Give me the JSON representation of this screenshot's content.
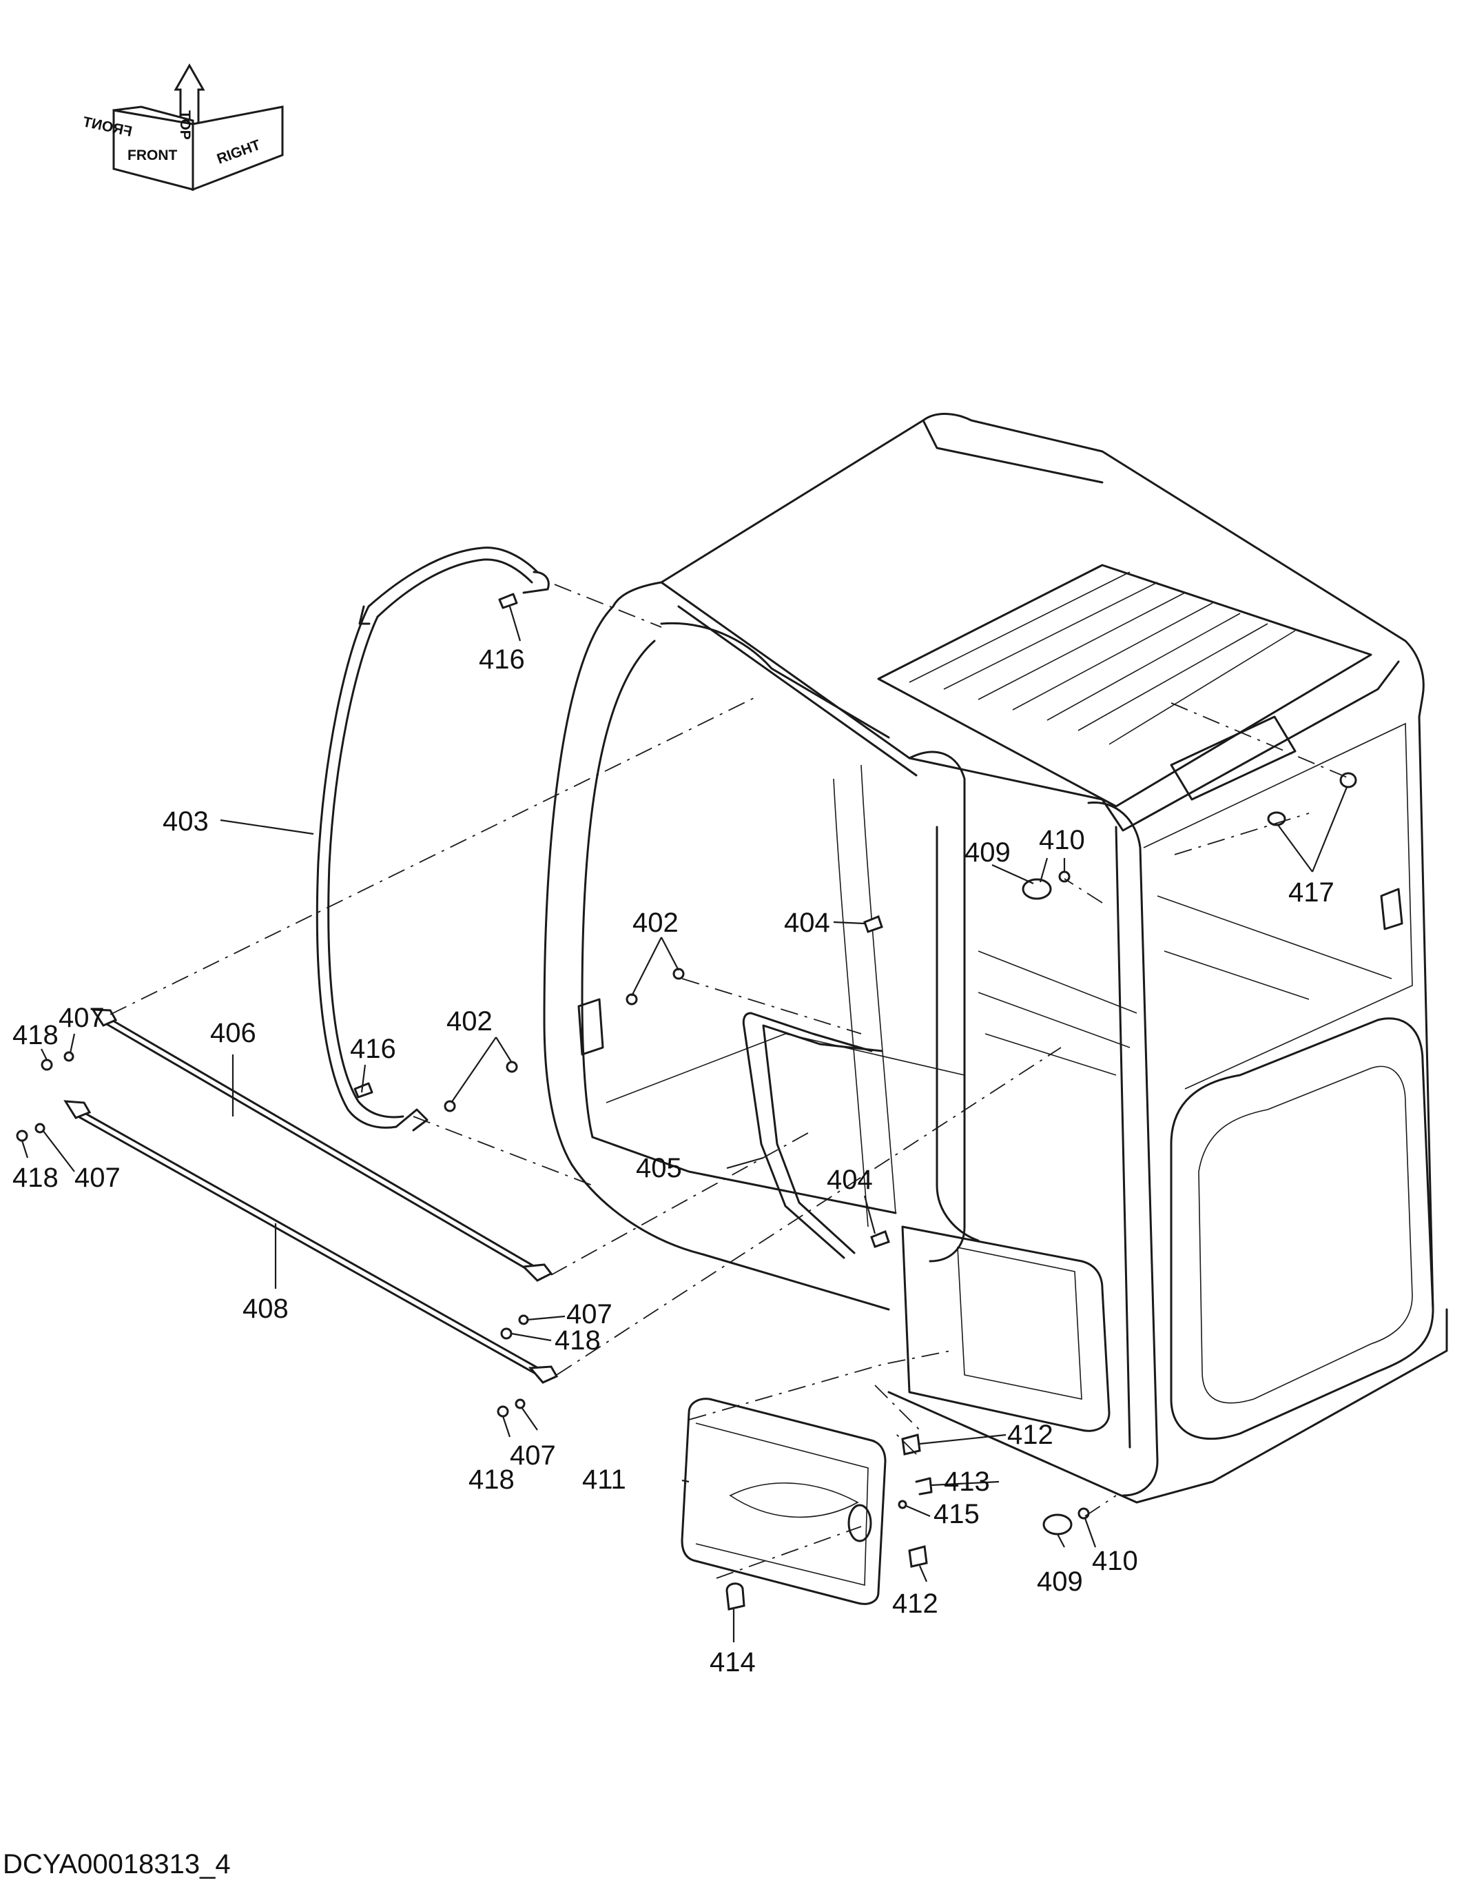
{
  "orientation": {
    "front": "FRONT",
    "top": "TOP",
    "right": "RIGHT"
  },
  "drawing_id": "DCYA00018313_4",
  "callouts": {
    "c403": "403",
    "c416a": "416",
    "c416b": "416",
    "c402a": "402",
    "c402b": "402",
    "c404a": "404",
    "c404b": "404",
    "c405": "405",
    "c406": "406",
    "c408": "408",
    "c407a": "407",
    "c407b": "407",
    "c407c": "407",
    "c407d": "407",
    "c418a": "418",
    "c418b": "418",
    "c418c": "418",
    "c418d": "418",
    "c409a": "409",
    "c409b": "409",
    "c410a": "410",
    "c410b": "410",
    "c411": "411",
    "c412a": "412",
    "c412b": "412",
    "c413": "413",
    "c414": "414",
    "c415": "415",
    "c417": "417"
  }
}
